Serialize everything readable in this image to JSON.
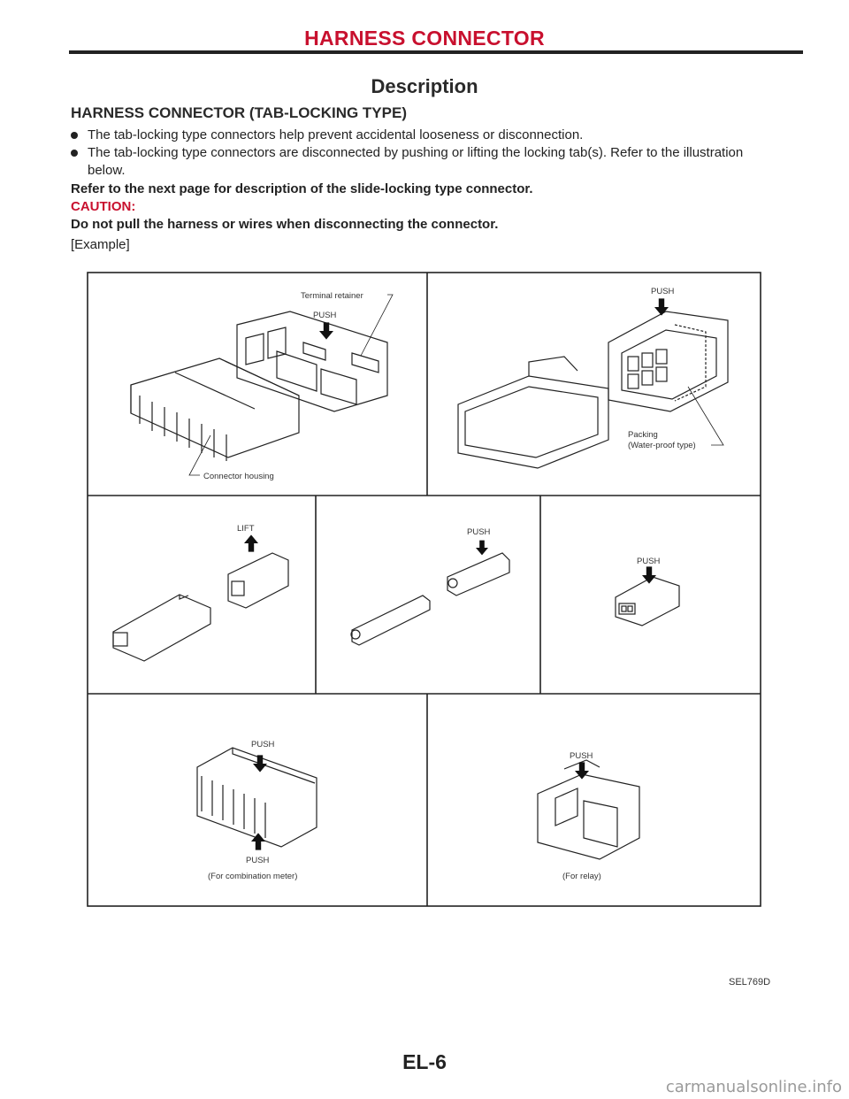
{
  "header": {
    "title": "HARNESS CONNECTOR"
  },
  "section": {
    "title": "Description"
  },
  "subsection": {
    "heading": "HARNESS CONNECTOR (TAB-LOCKING TYPE)",
    "bullets": [
      "The tab-locking type connectors help prevent accidental looseness or disconnection.",
      "The tab-locking type connectors are disconnected by pushing or lifting the locking tab(s). Refer to the illustration below."
    ],
    "refer_note": "Refer to the next page for description of the slide-locking type connector.",
    "caution_label": "CAUTION:",
    "caution_text": "Do not pull the harness or wires when disconnecting the connector.",
    "example_label": "[Example]"
  },
  "figure": {
    "labels": {
      "terminal_retainer": "Terminal retainer",
      "push": "PUSH",
      "lift": "LIFT",
      "connector_housing": "Connector housing",
      "packing_line1": "Packing",
      "packing_line2": "(Water-proof type)",
      "for_combination_meter": "(For combination meter)",
      "for_relay": "(For relay)"
    },
    "code": "SEL769D"
  },
  "footer": {
    "page_code": "EL-6",
    "watermark": "carmanualsonline.info"
  },
  "colors": {
    "accent_red": "#c8102e",
    "text": "#222222"
  }
}
